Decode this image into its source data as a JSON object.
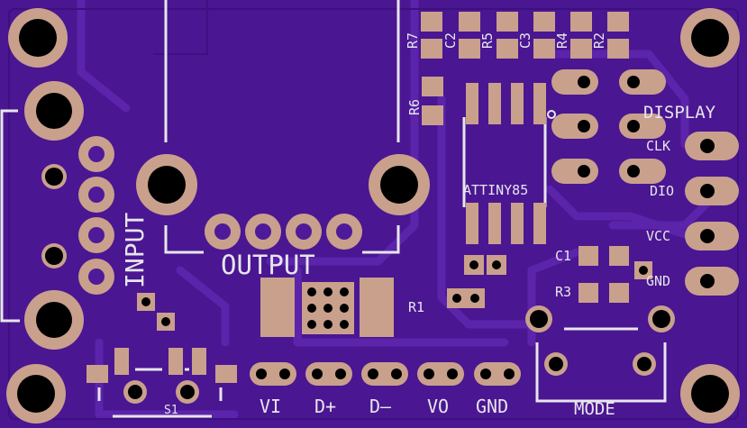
{
  "colors": {
    "board": "#4f1a99",
    "board_dark": "#3f1282",
    "trace": "#5a22a8",
    "pad": "#c9a08c",
    "silk": "#e6e6ea",
    "hole": "#000000"
  },
  "labels": {
    "output": "OUTPUT",
    "input": "INPUT",
    "display": "DISPLAY",
    "attiny": "ATTINY85",
    "mode": "MODE",
    "s1": "S1",
    "r1": "R1",
    "r3": "R3",
    "c1": "C1",
    "r6": "R6",
    "r7": "R7",
    "c2": "C2",
    "r5": "R5",
    "c3": "C3",
    "r4": "R4",
    "r2": "R2"
  },
  "display_pins": [
    "CLK",
    "DIO",
    "VCC",
    "GND"
  ],
  "bottom_pins": [
    "VI",
    "D+",
    "D–",
    "VO",
    "GND"
  ]
}
